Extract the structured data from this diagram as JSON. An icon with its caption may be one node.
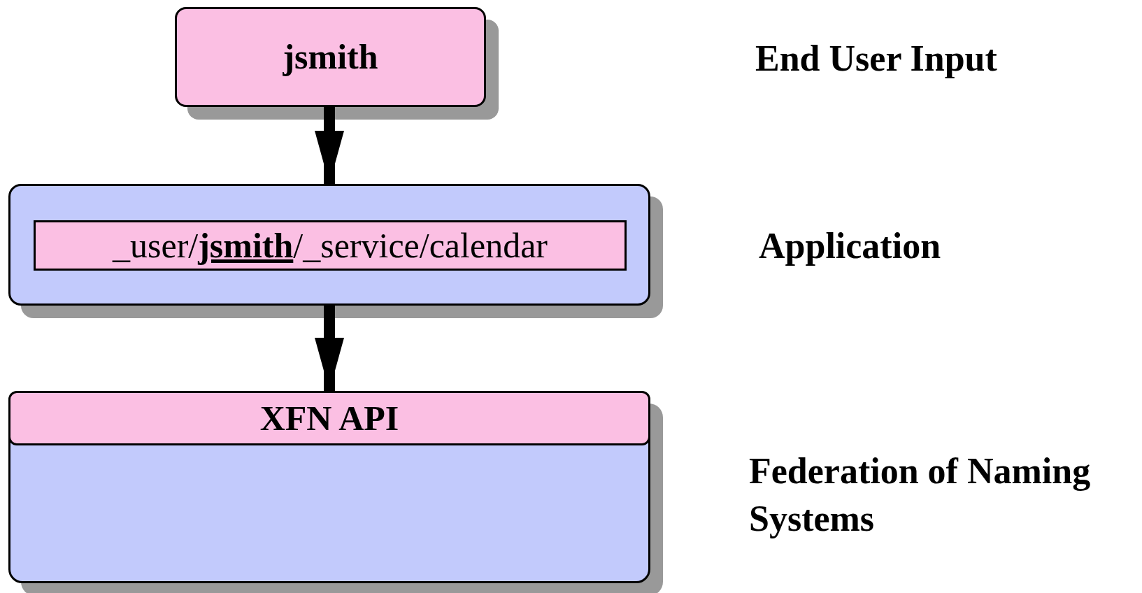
{
  "diagram": {
    "nodes": [
      {
        "text": [
          "jsmith"
        ]
      },
      {
        "text": [],
        "shape": "box"
      },
      {
        "text": [
          "_user/**jsmith**/_service/calendar"
        ],
        "in": 1
      },
      {
        "text": [],
        "shape": "box"
      },
      {
        "text": [
          "XFN API"
        ],
        "in": 3
      }
    ],
    "edges": [
      {
        "from": 0,
        "to": 1,
        "arrow": "to"
      },
      {
        "from": 1,
        "to": 4,
        "arrow": "to"
      }
    ],
    "labels": [
      "End User Input",
      "Application",
      "Federation of Naming Systems"
    ]
  }
}
